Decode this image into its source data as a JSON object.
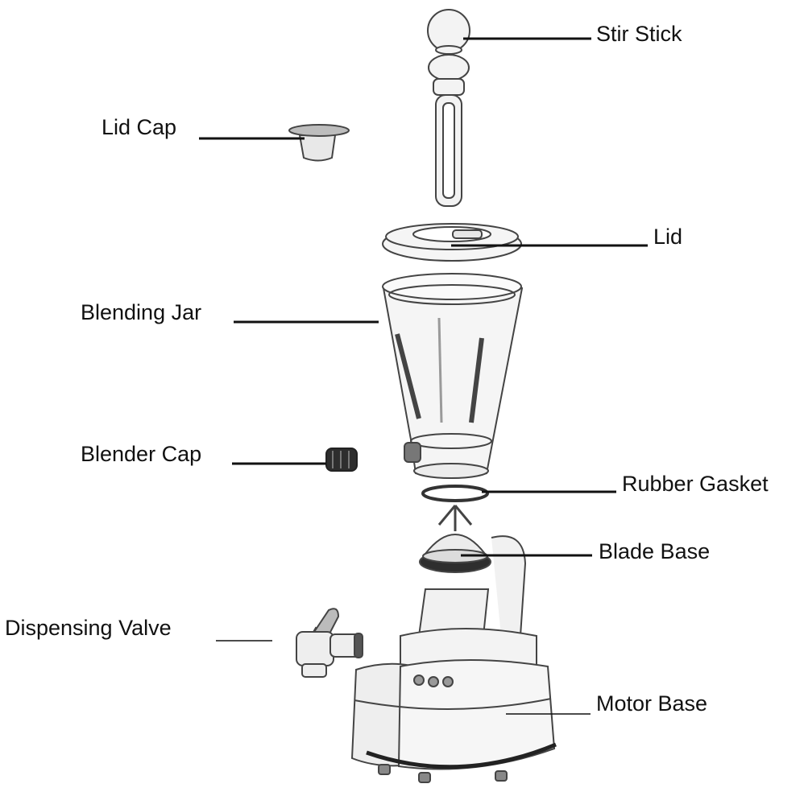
{
  "callouts": {
    "stir_stick": "Stir Stick",
    "lid_cap": "Lid Cap",
    "lid": "Lid",
    "blending_jar": "Blending Jar",
    "blender_cap": "Blender Cap",
    "rubber_gasket": "Rubber Gasket",
    "blade_base": "Blade Base",
    "dispensing_valve": "Dispensing Valve",
    "motor_base": "Motor Base"
  },
  "colors": {
    "line": "#111111",
    "stroke": "#444444",
    "fill": "#f3f3f3"
  }
}
